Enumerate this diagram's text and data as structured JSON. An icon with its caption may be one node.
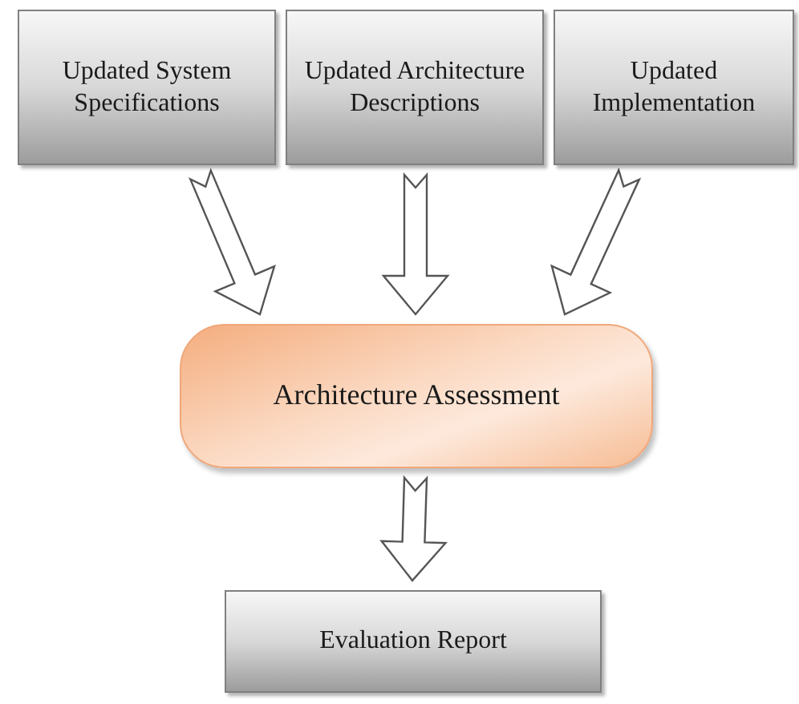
{
  "diagram": {
    "nodes": [
      {
        "text": [
          "Updated System Specifications"
        ]
      },
      {
        "text": [
          "Updated Architecture Descriptions"
        ]
      },
      {
        "text": [
          "Updated Implementation"
        ]
      },
      {
        "text": [
          "Architecture Assessment"
        ]
      },
      {
        "text": [
          "Evaluation Report"
        ]
      }
    ],
    "edges": [
      {
        "from": 0,
        "to": 3,
        "arrow": "to"
      },
      {
        "from": 1,
        "to": 3,
        "arrow": "to"
      },
      {
        "from": 2,
        "to": 3,
        "arrow": "to"
      },
      {
        "from": 3,
        "to": 4,
        "arrow": "to"
      }
    ]
  }
}
